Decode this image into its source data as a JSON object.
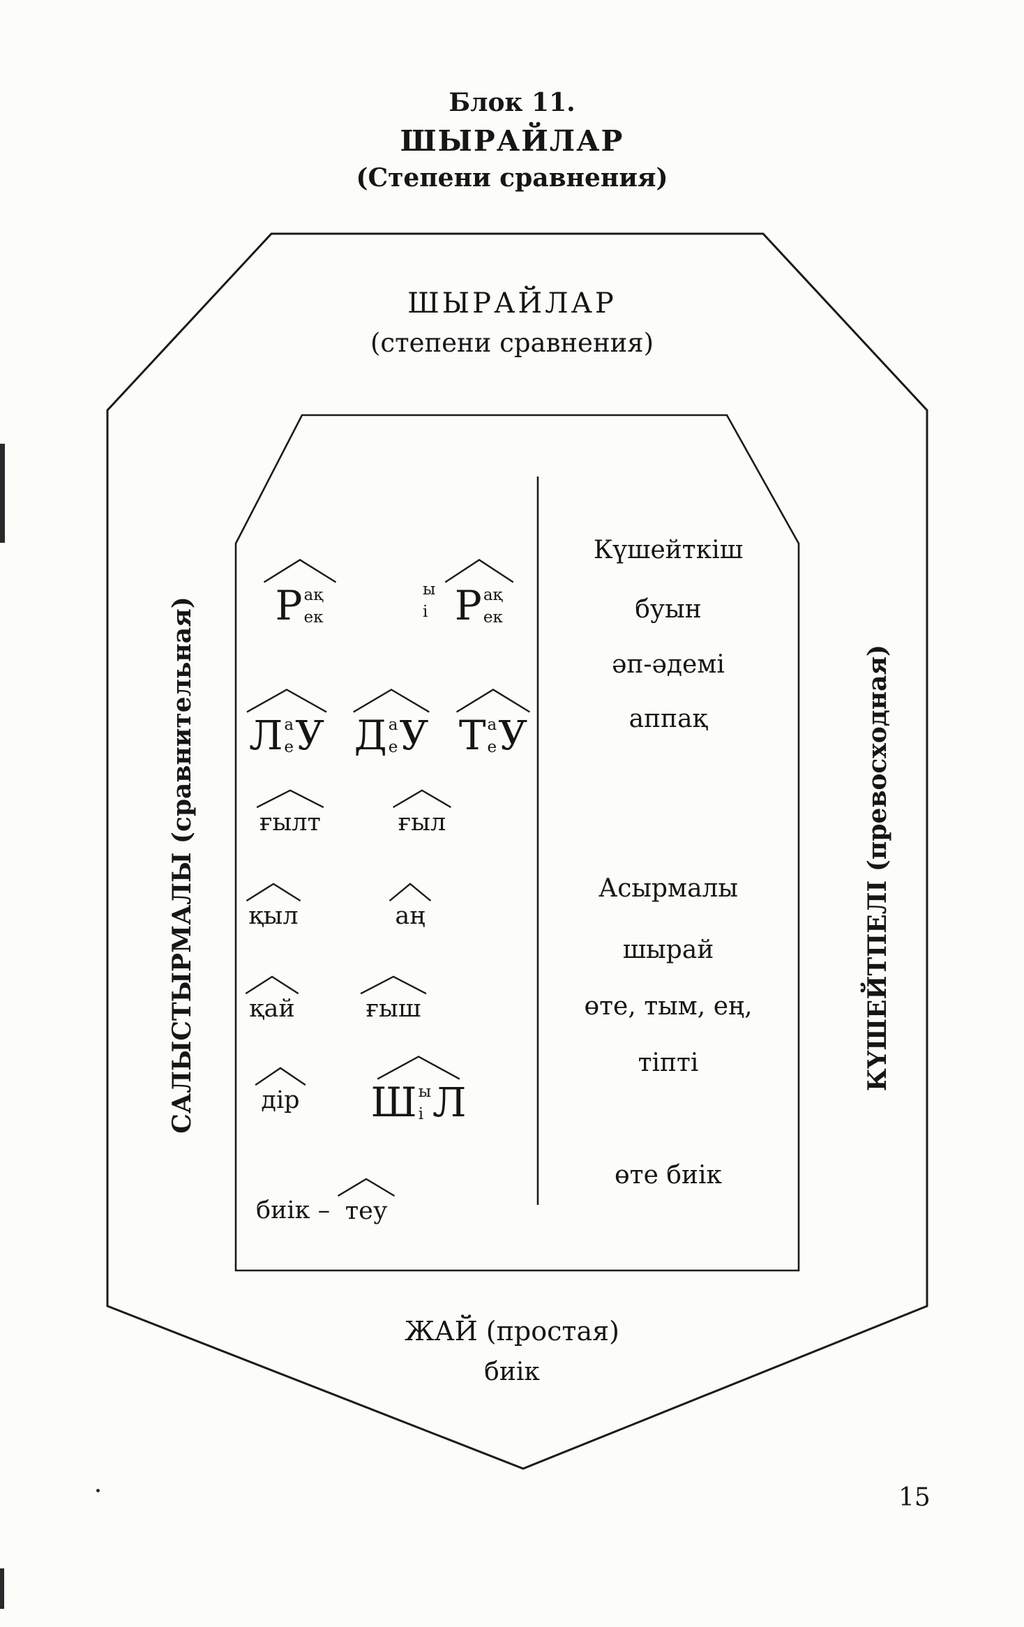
{
  "page": {
    "block_title": "Блок 11.",
    "title": "ШЫРАЙЛАР",
    "subtitle": "(Степени сравнения)",
    "page_number": "15"
  },
  "diagram": {
    "inner_title": "ШЫРАЙЛАР",
    "inner_subtitle": "(степени сравнения)",
    "left_axis": "САЛЫСТЫРМАЛЫ (сравнительная)",
    "right_axis": "КҮШЕЙТПЕЛІ (превосходная)",
    "base_degree": "ЖАЙ (простая)",
    "base_example": "биік"
  },
  "comparative": {
    "r1m1": {
      "big": "Р",
      "top": "ақ",
      "bottom": "ек"
    },
    "r1m2": {
      "pre_top": "ы",
      "pre_bottom": "і",
      "big": "Р",
      "top": "ақ",
      "bottom": "ек"
    },
    "r2m1": {
      "l": "Л",
      "top": "а",
      "bottom": "е",
      "r": "У"
    },
    "r2m2": {
      "l": "Д",
      "top": "а",
      "bottom": "е",
      "r": "У"
    },
    "r2m3": {
      "l": "Т",
      "top": "а",
      "bottom": "е",
      "r": "У"
    },
    "r3m1": "ғылт",
    "r3m2": "ғыл",
    "r4m1": "қыл",
    "r4m2": "аң",
    "r5m1": "қай",
    "r5m2": "ғыш",
    "r6m1": "дір",
    "r6m2": {
      "l": "Ш",
      "top": "ы",
      "bottom": "і",
      "r": "Л"
    },
    "r7_word": "биік –",
    "r7_suffix": "теу"
  },
  "superlative": {
    "line1": "Күшейткіш",
    "line2": "буын",
    "line3": "әп-әдемі",
    "line4": "аппақ",
    "line5": "Асырмалы",
    "line6": "шырай",
    "line7": "өте, тым, ең,",
    "line8": "тіпті",
    "line9": "өте биік"
  }
}
